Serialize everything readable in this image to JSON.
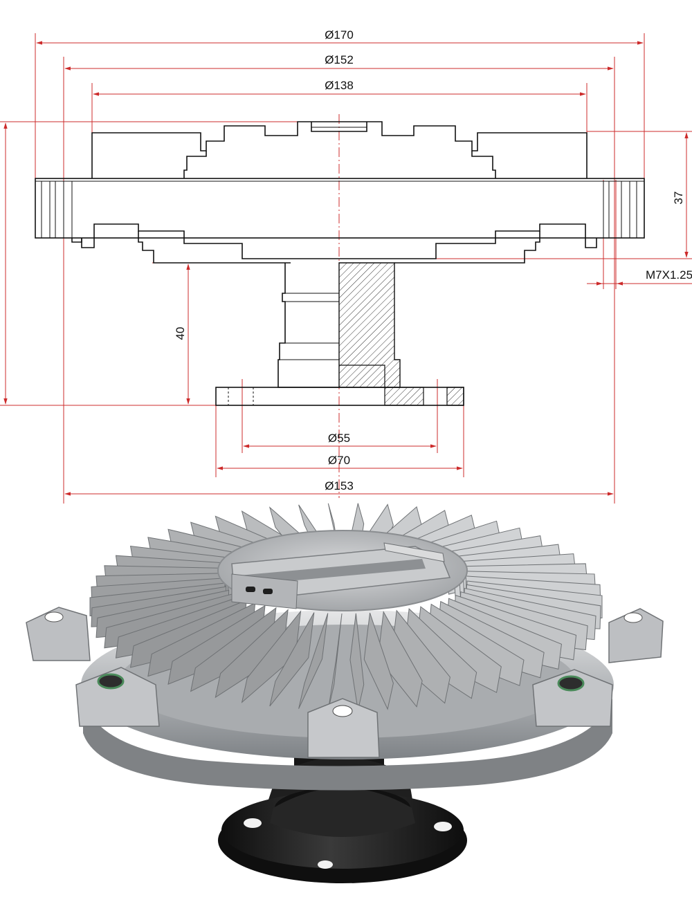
{
  "drawing": {
    "dimensions": {
      "d170": "Ø170",
      "d152": "Ø152",
      "d138": "Ø138",
      "h37": "37",
      "thread": "M7X1.25",
      "h40": "40",
      "d55": "Ø55",
      "d70": "Ø70",
      "d153": "Ø153"
    },
    "colors": {
      "dimension_line": "#cc2b2b",
      "outline": "#111111",
      "aluminium": "#b9bcbf",
      "base_black": "#1c1c1c"
    }
  },
  "photo": {
    "subject": "fan-clutch-photo",
    "icon": "fan-clutch-icon"
  }
}
